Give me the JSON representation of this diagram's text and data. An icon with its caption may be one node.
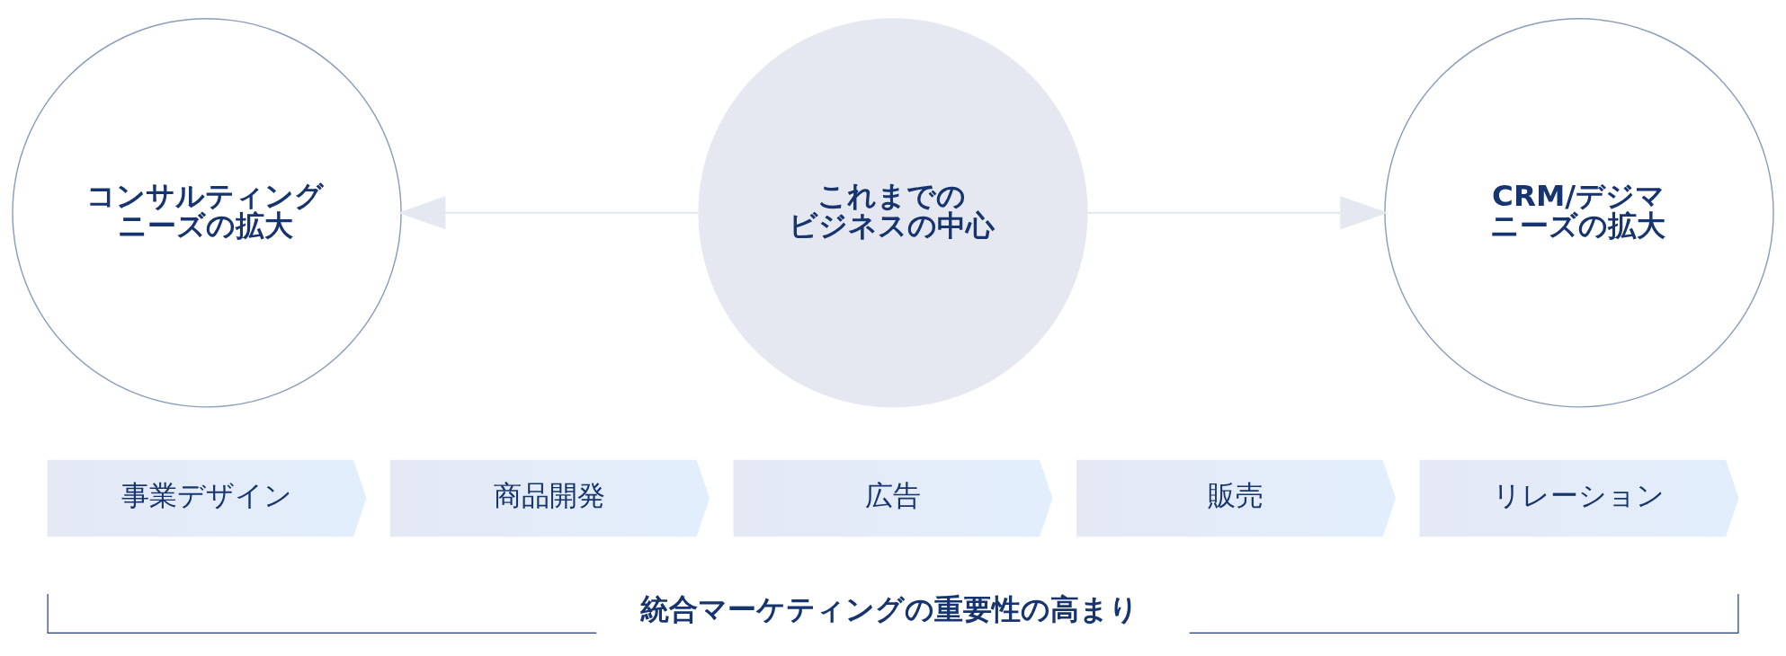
{
  "diagram": {
    "nodes": [
      {
        "text": [
          "コンサルティングニーズの拡大"
        ]
      },
      {
        "text": [
          "これまでのビジネスの中心"
        ]
      },
      {
        "text": [
          "CRM/デジマニーズの拡大"
        ]
      },
      {
        "text": [
          "事業デザイン"
        ]
      },
      {
        "text": [
          "商品開発"
        ]
      },
      {
        "text": [
          "広告"
        ]
      },
      {
        "text": [
          "販売"
        ]
      },
      {
        "text": [
          "リレーション"
        ]
      }
    ],
    "edges": [
      {
        "from": 1,
        "to": 0,
        "arrow": "to"
      },
      {
        "from": 1,
        "to": 2,
        "arrow": "to"
      }
    ],
    "labels": [
      "統合マーケティングの重要性の高まり"
    ]
  }
}
